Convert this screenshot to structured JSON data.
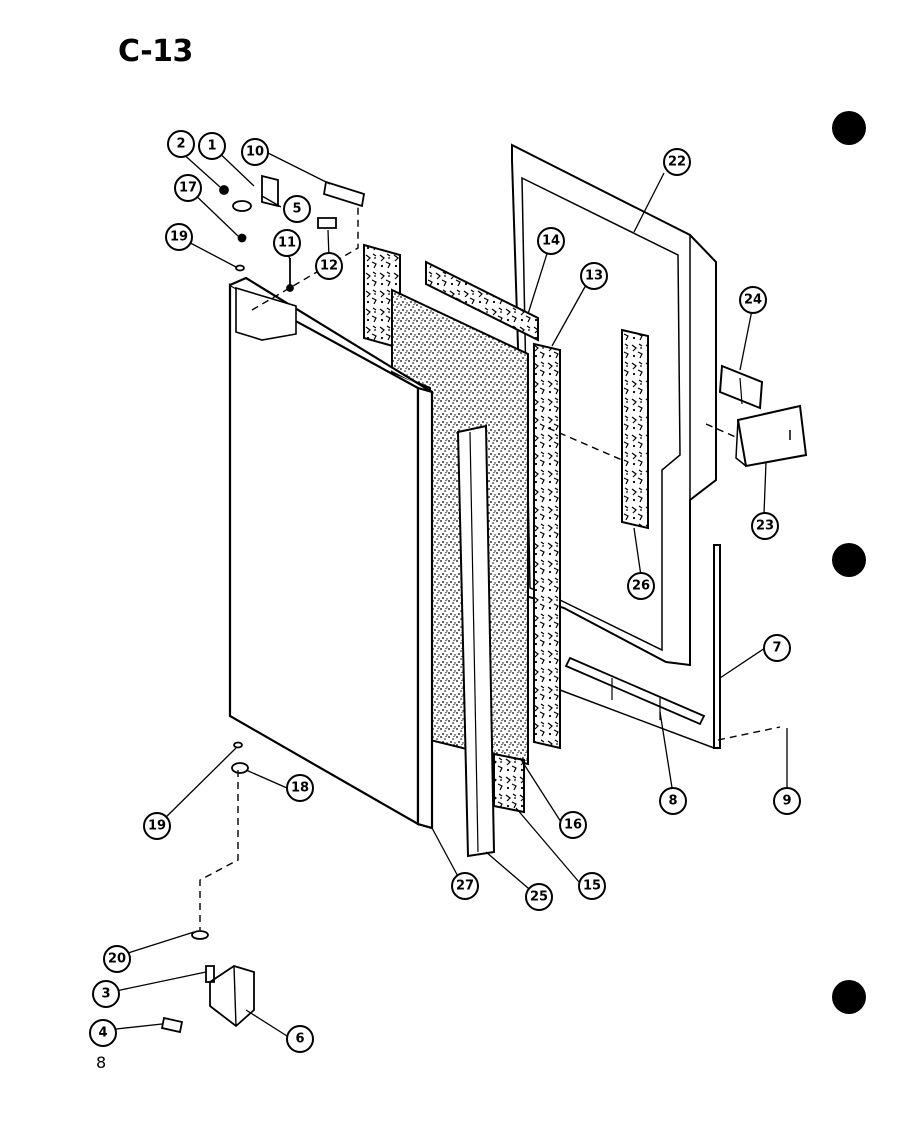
{
  "page": {
    "title": "C-13",
    "page_number": "8",
    "colors": {
      "ink": "#000000",
      "paper": "#ffffff"
    }
  },
  "callouts": [
    {
      "id": "c-1",
      "label": "1"
    },
    {
      "id": "c-2",
      "label": "2"
    },
    {
      "id": "c-10a",
      "label": "10"
    },
    {
      "id": "c-17",
      "label": "17"
    },
    {
      "id": "c-5",
      "label": "5"
    },
    {
      "id": "c-19a",
      "label": "19"
    },
    {
      "id": "c-11",
      "label": "11"
    },
    {
      "id": "c-12",
      "label": "12"
    },
    {
      "id": "c-22",
      "label": "22"
    },
    {
      "id": "c-14",
      "label": "14"
    },
    {
      "id": "c-13",
      "label": "13"
    },
    {
      "id": "c-24",
      "label": "24"
    },
    {
      "id": "c-23",
      "label": "23"
    },
    {
      "id": "c-26",
      "label": "26"
    },
    {
      "id": "c-7",
      "label": "7"
    },
    {
      "id": "c-8",
      "label": "8"
    },
    {
      "id": "c-9",
      "label": "9"
    },
    {
      "id": "c-18",
      "label": "18"
    },
    {
      "id": "c-19b",
      "label": "19"
    },
    {
      "id": "c-16",
      "label": "16"
    },
    {
      "id": "c-15",
      "label": "15"
    },
    {
      "id": "c-27",
      "label": "27"
    },
    {
      "id": "c-25",
      "label": "25"
    },
    {
      "id": "c-20",
      "label": "20"
    },
    {
      "id": "c-3",
      "label": "3"
    },
    {
      "id": "c-4",
      "label": "4"
    },
    {
      "id": "c-6",
      "label": "6"
    }
  ]
}
